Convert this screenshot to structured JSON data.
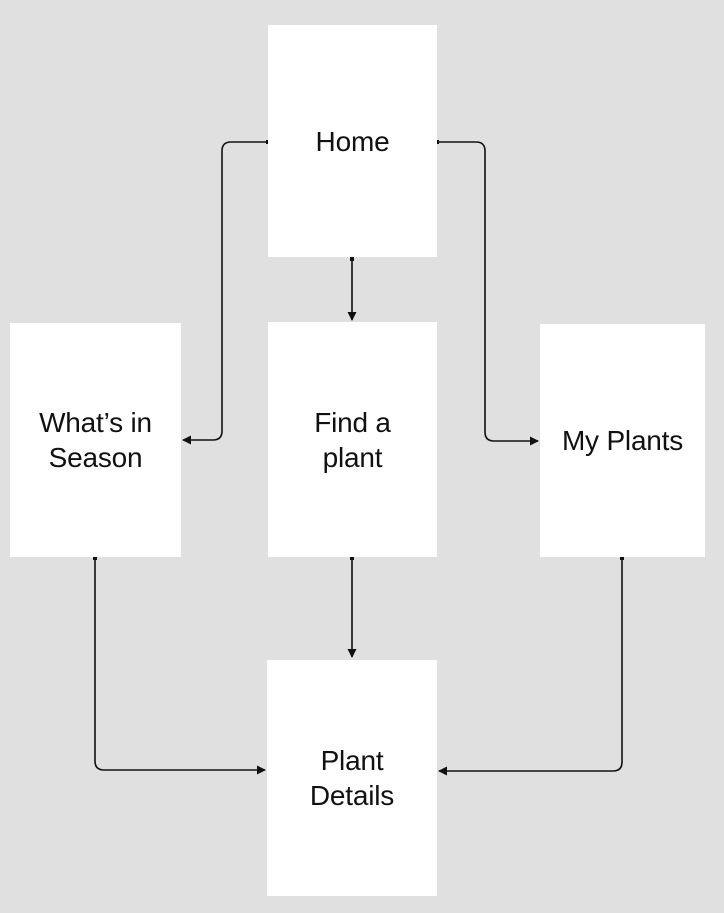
{
  "diagram": {
    "type": "flowchart",
    "background_color": "#e0e0e0",
    "node_fill_color": "#ffffff",
    "line_color": "#111111",
    "text_color": "#111111"
  },
  "nodes": {
    "home": {
      "label": "Home"
    },
    "whats_in_season": {
      "label": "What’s in\nSeason"
    },
    "find_a_plant": {
      "label": "Find a\nplant"
    },
    "my_plants": {
      "label": "My Plants"
    },
    "plant_details": {
      "label": "Plant\nDetails"
    }
  },
  "edges": [
    {
      "from": "Home",
      "to": "What’s in Season"
    },
    {
      "from": "Home",
      "to": "Find a plant"
    },
    {
      "from": "Home",
      "to": "My Plants"
    },
    {
      "from": "What’s in Season",
      "to": "Plant Details"
    },
    {
      "from": "Find a plant",
      "to": "Plant Details"
    },
    {
      "from": "My Plants",
      "to": "Plant Details"
    }
  ]
}
